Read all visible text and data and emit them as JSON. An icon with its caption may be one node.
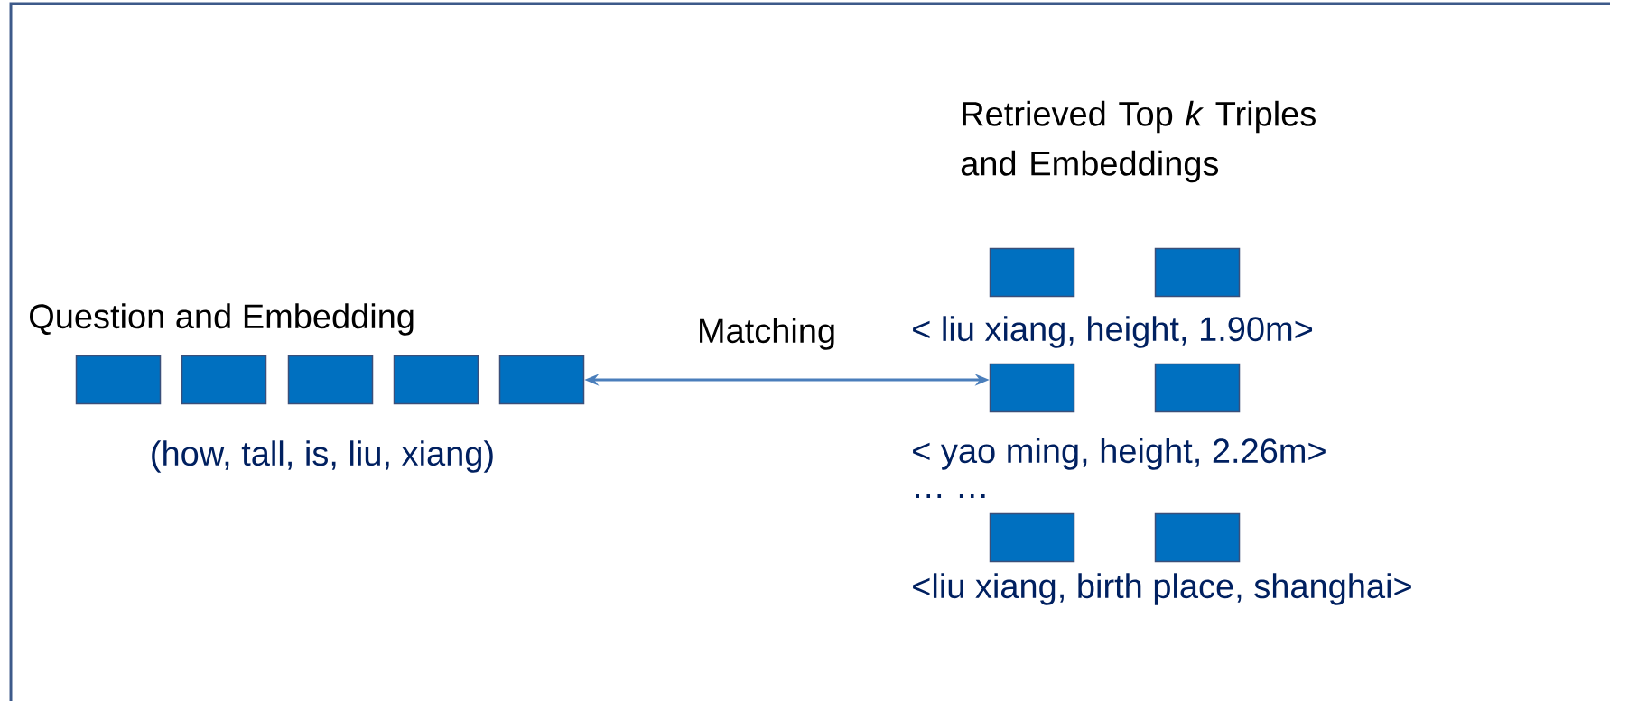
{
  "diagram": {
    "nodes": [
      {
        "text": [],
        "shape": "box"
      },
      {
        "text": [],
        "shape": "box"
      },
      {
        "text": [],
        "shape": "box"
      },
      {
        "text": [],
        "shape": "box"
      },
      {
        "text": [],
        "shape": "box"
      },
      {
        "text": [],
        "shape": "box"
      },
      {
        "text": [],
        "shape": "box"
      },
      {
        "text": [],
        "shape": "box"
      },
      {
        "text": [],
        "shape": "box"
      },
      {
        "text": [],
        "shape": "box"
      },
      {
        "text": [],
        "shape": "box"
      }
    ],
    "edges": [
      {
        "from": 4,
        "to": 7,
        "arrow": "both",
        "label": "Matching"
      }
    ],
    "labels": [
      "Question and Embedding",
      "(how, tall, is, liu, xiang)",
      "Retrieved Top *k* Triples and Embeddings",
      "< liu xiang, height, 1.90m>",
      "< yao ming, height, 2.26m>",
      "… …",
      "<liu xiang, birth place, shanghai>"
    ]
  }
}
